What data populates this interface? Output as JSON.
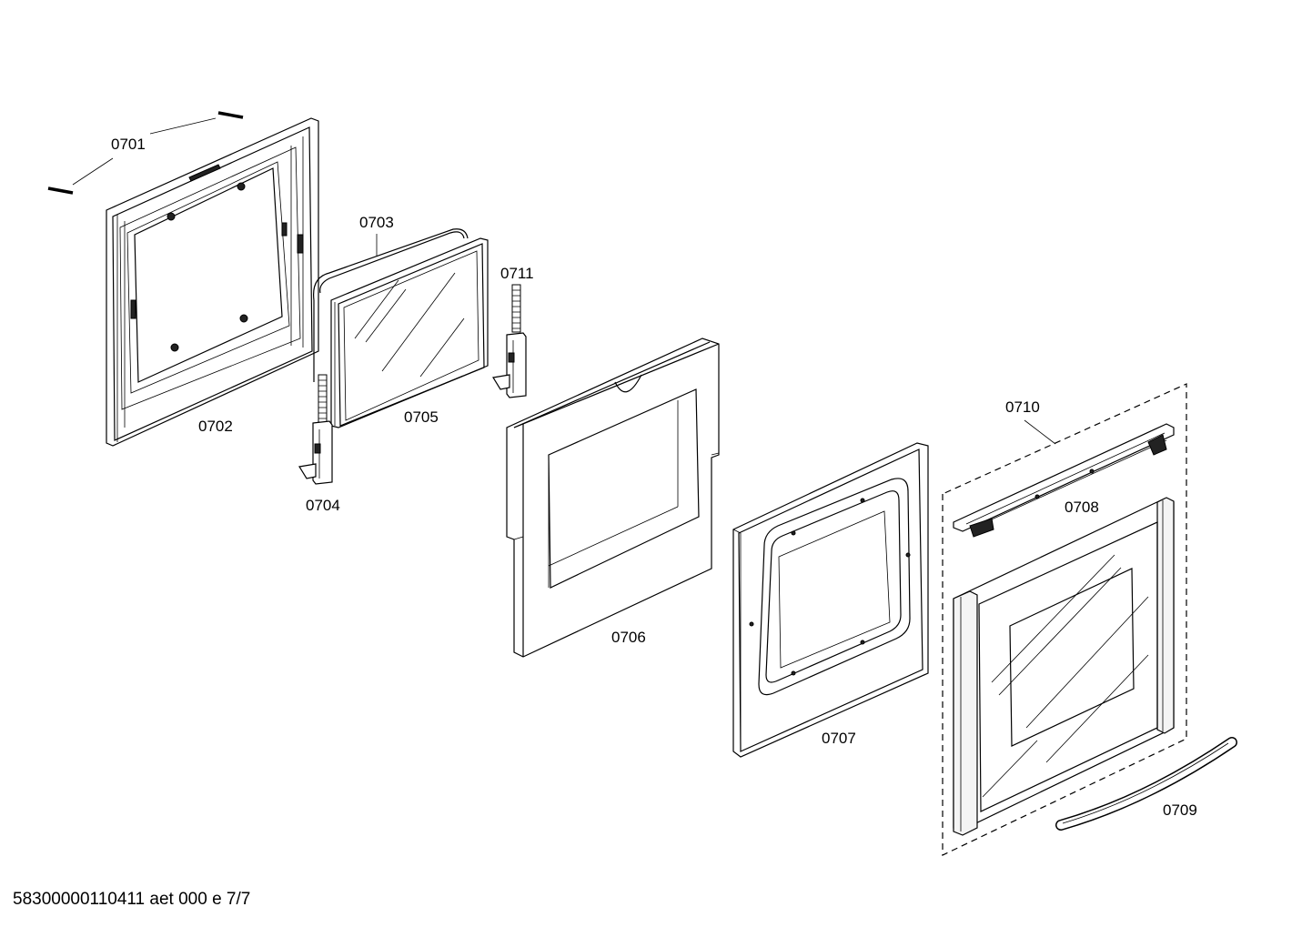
{
  "labels": {
    "p0701": "0701",
    "p0702": "0702",
    "p0703": "0703",
    "p0704": "0704",
    "p0705": "0705",
    "p0706": "0706",
    "p0707": "0707",
    "p0708": "0708",
    "p0709": "0709",
    "p0710": "0710",
    "p0711": "0711"
  },
  "footer": {
    "code": "58300000110411 aet 000 e 7/7"
  }
}
